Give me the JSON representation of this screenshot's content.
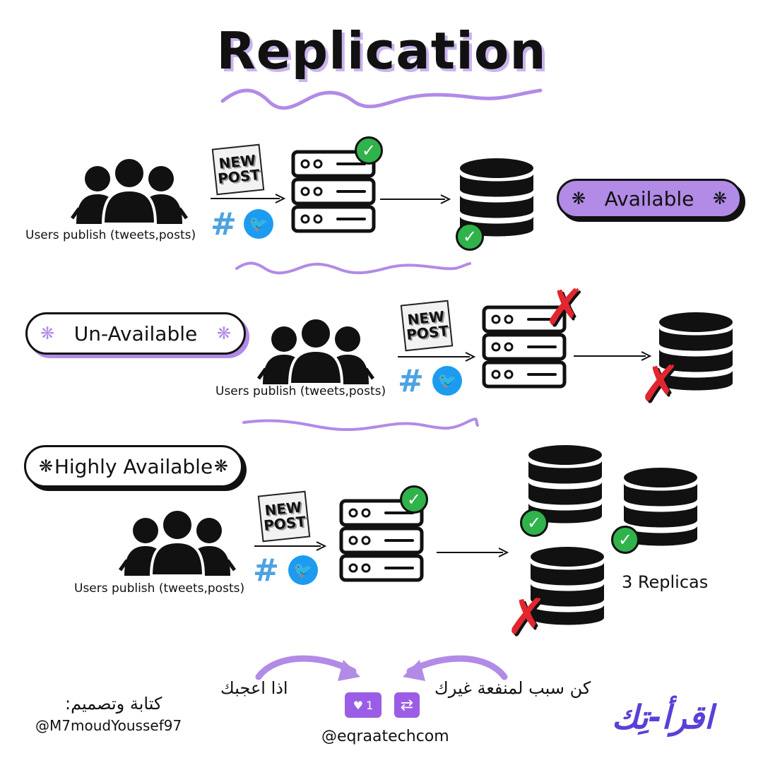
{
  "title": "Replication",
  "rows": [
    {
      "label": "Available",
      "caption": "Users publish (tweets,posts)"
    },
    {
      "label": "Un-Available",
      "caption": "Users publish (tweets,posts)"
    },
    {
      "label": "Highly Available",
      "caption": "Users publish (tweets,posts)",
      "replicas_label": "3 Replicas"
    }
  ],
  "newpost": {
    "line1": "NEW",
    "line2": "POST"
  },
  "glyphs": {
    "star": "❋",
    "hash": "#",
    "check": "✓",
    "cross": "✗",
    "heart": "♥",
    "bird": "🐦",
    "retweet": "⇄"
  },
  "footer": {
    "credit_ar": "كتابة وتصميم:",
    "credit_handle": "@M7moudYoussef97",
    "like_ar": "اذا اعجبك",
    "share_ar": "كن سبب لمنفعة غيرك",
    "like_count": "1",
    "social_handle": "@eqraatechcom",
    "brand": "اقرأ-تِك"
  },
  "colors": {
    "accent": "#b18be6",
    "check": "#2fb34a",
    "cross": "#e2262f",
    "twitter": "#1d9bf0",
    "brand": "#5b3fd6"
  },
  "icons": [
    "users-group-icon",
    "server-rack-icon",
    "database-icon",
    "twitter-icon",
    "hashtag-icon",
    "check-icon",
    "cross-icon",
    "like-icon",
    "retweet-icon"
  ]
}
